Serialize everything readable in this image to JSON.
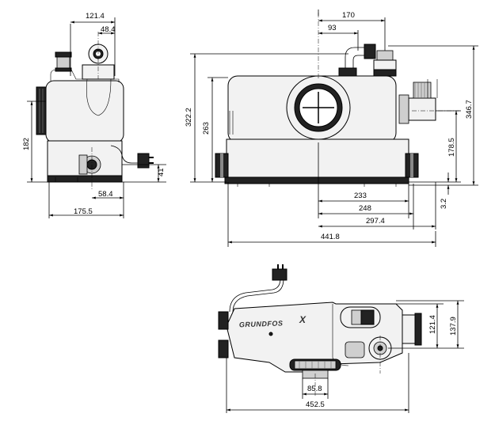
{
  "brand": {
    "logo_text": "GRUNDFOS",
    "logo_mark": "X"
  },
  "views": {
    "side_view": {
      "dimensions": {
        "top_width": "121.4",
        "top_inlet": "48.4",
        "height": "182",
        "base_height": "41",
        "outlet_offset": "58.4",
        "total_depth": "175.5"
      }
    },
    "front_view": {
      "dimensions": {
        "top_width": "170",
        "top_offset": "93",
        "height_left": "322.2",
        "body_height": "263",
        "height_right": "346.7",
        "inlet_height": "178.5",
        "outlet_height": "3.2",
        "width_233": "233",
        "width_248": "248",
        "width_297": "297.4",
        "total_width": "441.8"
      }
    },
    "top_view": {
      "dimensions": {
        "inlet_depth": "121.4",
        "total_depth": "137.9",
        "outlet_width": "85.8",
        "total_width": "452.5"
      }
    }
  }
}
